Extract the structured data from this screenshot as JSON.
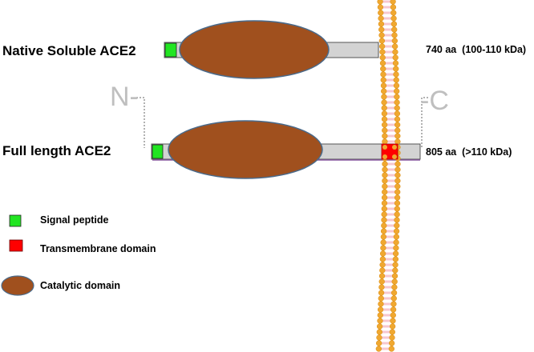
{
  "proteins": [
    {
      "name": "Native Soluble ACE2",
      "size": "740 aa  (100-110 kDa)"
    },
    {
      "name": "Full length ACE2",
      "size": "805 aa  (>110 kDa)"
    }
  ],
  "termini": {
    "n": "N-",
    "c": "-C"
  },
  "legend": [
    {
      "label": "Signal peptide",
      "symbol": "green-square"
    },
    {
      "label": "Transmembrane domain",
      "symbol": "red-square"
    },
    {
      "label": "Catalytic domain",
      "symbol": "brown-ellipse"
    }
  ],
  "colors": {
    "signal_peptide": "#22e522",
    "transmembrane": "#ff0000",
    "catalytic": "#a0501e",
    "catalytic_outline": "#4a6a8a",
    "bar_fill": "#d3d3d3",
    "membrane_head": "#f0a830",
    "membrane_tail": "#f7c7cf",
    "terminus_text": "#bfbfbf"
  }
}
